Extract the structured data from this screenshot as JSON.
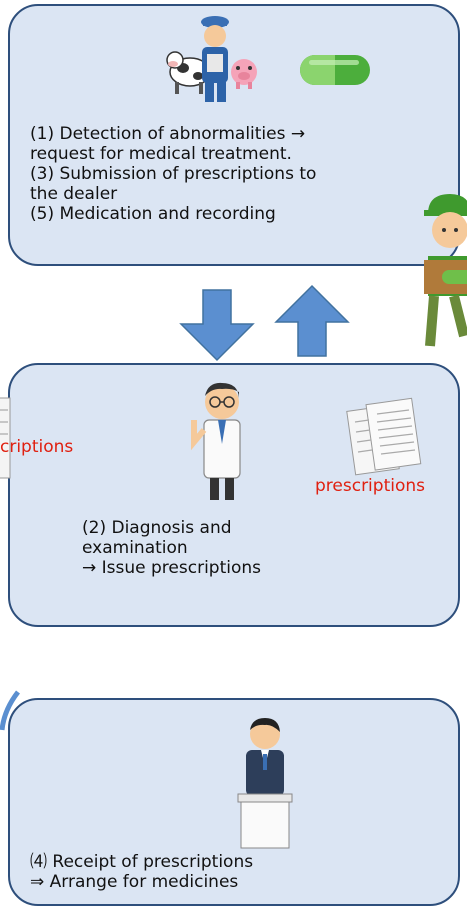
{
  "farmer_box": {
    "line1": "(1) Detection of abnormalities →",
    "line2": "request for medical treatment.",
    "line3": "(3) Submission of prescriptions to",
    "line4": "the dealer",
    "line5": "(5) Medication and recording"
  },
  "vet_box": {
    "line1": "(2) Diagnosis and",
    "line2": "examination",
    "line3": "→ Issue prescriptions",
    "left_label": "criptions",
    "right_label": "prescriptions"
  },
  "dealer_box": {
    "line1": "⑷ Receipt of prescriptions",
    "line2": "⇒ Arrange for medicines"
  },
  "colors": {
    "box_fill": "#dbe5f3",
    "box_border": "#2e4f7c",
    "arrow": "#5b8fd0",
    "label_red": "#e02010"
  }
}
